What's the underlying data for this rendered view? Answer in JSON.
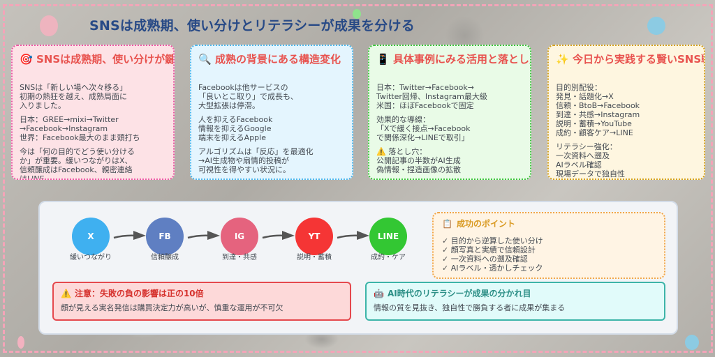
{
  "title": "SNSは成熟期、使い分けとリテラシーが成果を分ける",
  "cards": [
    {
      "icon": "🎯",
      "icon_name": "target-icon",
      "title": "SNSは成熟期、使い分けが鍵",
      "paragraphs": [
        "SNSは「新しい場へ次々移る」\n初期の熱狂を越え、成熟局面に\n入りました。",
        "日本：GREE→mixi→Twitter\n→Facebook→Instagram\n世界：Facebook最大のまま頭打ち",
        "今は「何の目的でどう使い分ける\nか」が重要。緩いつながりはX、\n信頼醸成はFacebook、親密連絡\nはLINE。"
      ]
    },
    {
      "icon": "🔍",
      "icon_name": "magnifier-icon",
      "title": "成熟の背景にある構造変化",
      "paragraphs": [
        "Facebookは他サービスの\n「良いとこ取り」で成長も、\n大型拡張は停滞。",
        "人を抑えるFacebook\n情報を抑えるGoogle\n端末を抑えるApple",
        "アルゴリズムは「反応」を最適化\n→AI生成物や扇情的投稿が\n可視性を得やすい状況に。"
      ]
    },
    {
      "icon": "📱",
      "icon_name": "smartphone-icon",
      "title": "具体事例にみる活用と落とし穴",
      "paragraphs": [
        "日本：Twitter→Facebook→\nTwitter回帰、Instagram最大級\n米国：ほぼFacebookで固定",
        "効果的な導線：\n「Xで緩く接点→Facebook\nで関係深化→LINEで取引」",
        "⚠️ 落とし穴：\n公開記事の半数がAI生成\n偽情報・捏造画像の拡散"
      ]
    },
    {
      "icon": "✨",
      "icon_name": "sparkles-icon",
      "title": "今日から実践する賢いSNS戦略",
      "paragraphs": [
        "目的別配役：\n発見・話題化→X\n信頼・BtoB→Facebook\n到達・共感→Instagram\n説明・蓄積→YouTube\n成約・顧客ケア→LINE",
        "リテラシー強化：\n一次資料へ遡及\nAIラベル確認\n現場データで独自性"
      ]
    }
  ],
  "flow": {
    "nodes": [
      {
        "abbr": "X",
        "label": "緩いつながり",
        "color": "#3fb0f0"
      },
      {
        "abbr": "FB",
        "label": "信頼醸成",
        "color": "#5f7fc2"
      },
      {
        "abbr": "IG",
        "label": "到達・共感",
        "color": "#e5637e"
      },
      {
        "abbr": "YT",
        "label": "説明・蓄積",
        "color": "#f53535"
      },
      {
        "abbr": "LINE",
        "label": "成約・ケア",
        "color": "#33c733"
      }
    ]
  },
  "points": {
    "icon": "📋",
    "title": "成功のポイント",
    "items": [
      "目的から逆算した使い分け",
      "顔写真と実績で信頼設計",
      "一次資料への遡及確認",
      "AIラベル・透かしチェック"
    ]
  },
  "alerts": [
    {
      "icon": "⚠️",
      "title": "注意：失敗の負の影響は正の10倍",
      "text": "顔が見える実名発信は購買決定力が高いが、慎重な運用が不可欠"
    },
    {
      "icon": "🤖",
      "title": "AI時代のリテラシーが成果の分かれ目",
      "text": "情報の質を見抜き、独自性で勝負する者に成果が集まる"
    }
  ]
}
